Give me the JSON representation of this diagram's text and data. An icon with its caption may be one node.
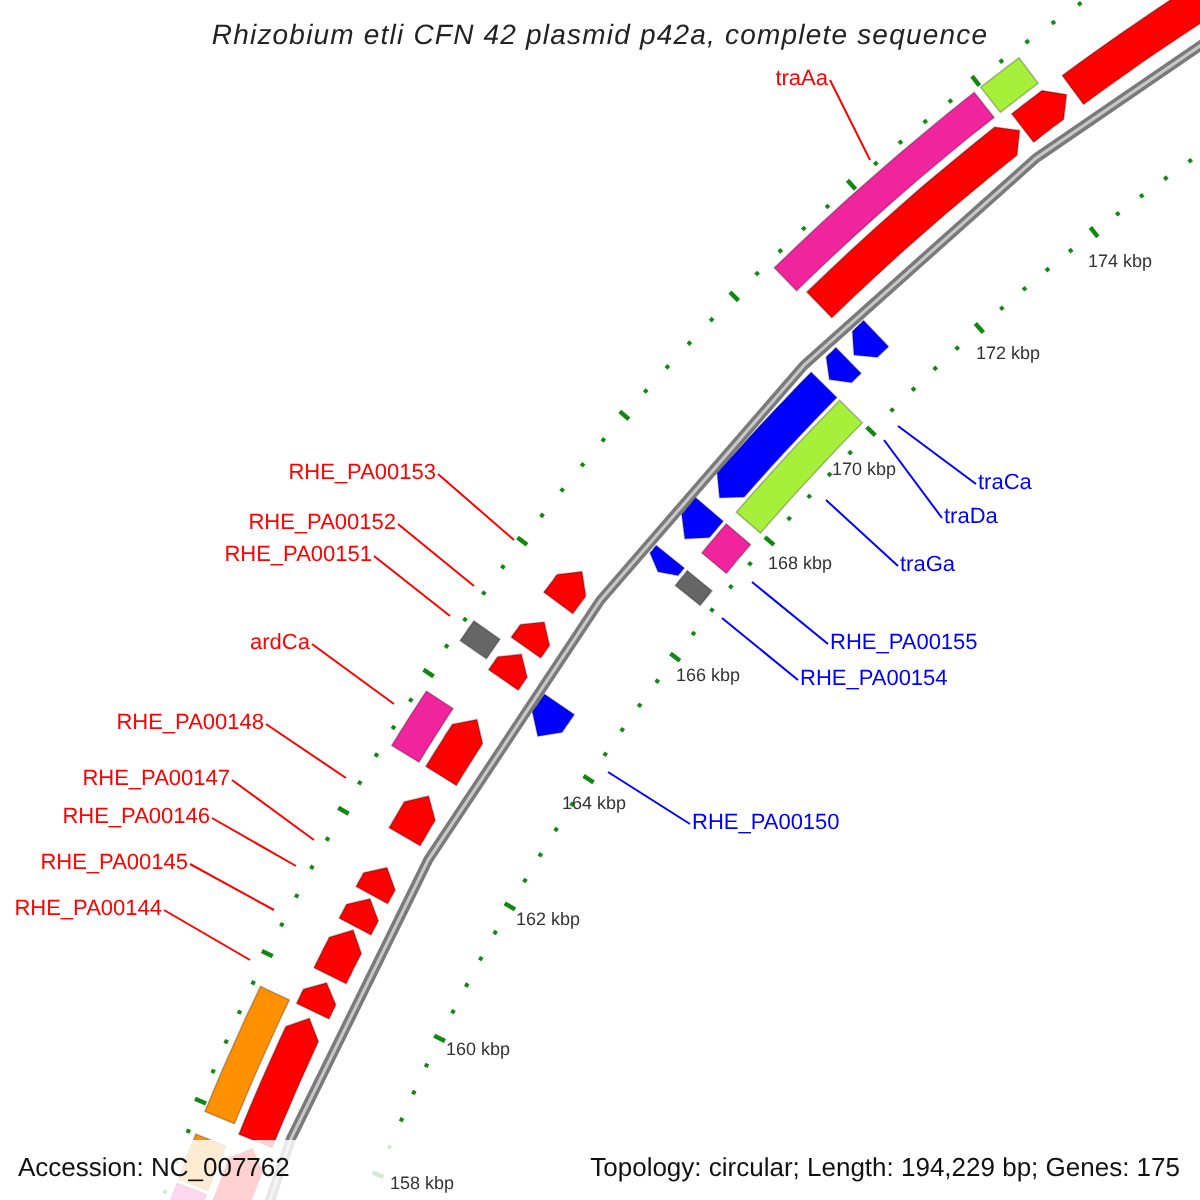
{
  "diagram": {
    "title": "Rhizobium etli CFN 42 plasmid p42a, complete sequence",
    "nodes": [
      {
        "text": [
          "traAa"
        ]
      },
      {
        "text": [
          "RHE_PA00153"
        ]
      },
      {
        "text": [
          "traCa"
        ]
      },
      {
        "text": [
          "traDa"
        ]
      },
      {
        "text": [
          "RHE_PA00152"
        ]
      },
      {
        "text": [
          "RHE_PA00151"
        ]
      },
      {
        "text": [
          "traGa"
        ]
      },
      {
        "text": [
          "RHE_PA00155"
        ]
      },
      {
        "text": [
          "ardCa"
        ]
      },
      {
        "text": [
          "RHE_PA00154"
        ]
      },
      {
        "text": [
          "RHE_PA00148"
        ]
      },
      {
        "text": [
          "RHE_PA00147"
        ]
      },
      {
        "text": [
          "RHE_PA00146"
        ]
      },
      {
        "text": [
          "RHE_PA00150"
        ]
      },
      {
        "text": [
          "RHE_PA00145"
        ]
      },
      {
        "text": [
          "RHE_PA00144"
        ]
      }
    ],
    "edges": [
      {
        "from": 0,
        "to": null,
        "arrow": "none"
      },
      {
        "from": 1,
        "to": null,
        "arrow": "none"
      },
      {
        "from": 2,
        "to": null,
        "arrow": "none",
        "color": "#0000ff"
      },
      {
        "from": 3,
        "to": null,
        "arrow": "none",
        "color": "#0000ff"
      },
      {
        "from": 4,
        "to": null,
        "arrow": "none"
      },
      {
        "from": 5,
        "to": null,
        "arrow": "none"
      },
      {
        "from": 6,
        "to": null,
        "arrow": "none",
        "color": "#0000ff"
      },
      {
        "from": 7,
        "to": null,
        "arrow": "none",
        "color": "#0000ff"
      },
      {
        "from": 8,
        "to": null,
        "arrow": "none"
      },
      {
        "from": 9,
        "to": null,
        "arrow": "none",
        "color": "#0000ff"
      },
      {
        "from": 10,
        "to": null,
        "arrow": "none"
      },
      {
        "from": 11,
        "to": null,
        "arrow": "none"
      },
      {
        "from": 12,
        "to": null,
        "arrow": "none"
      },
      {
        "from": 13,
        "to": null,
        "arrow": "none",
        "color": "#0000ff"
      },
      {
        "from": 14,
        "to": null,
        "arrow": "none"
      },
      {
        "from": 15,
        "to": null,
        "arrow": "none"
      }
    ],
    "labels": [
      "174 kbp",
      "172 kbp",
      "170 kbp",
      "168 kbp",
      "166 kbp",
      "164 kbp",
      "162 kbp",
      "160 kbp",
      "158 kbp",
      "Accession: NC_007762",
      "Topology: circular; Length: 194,229 bp; Genes: 175"
    ]
  }
}
